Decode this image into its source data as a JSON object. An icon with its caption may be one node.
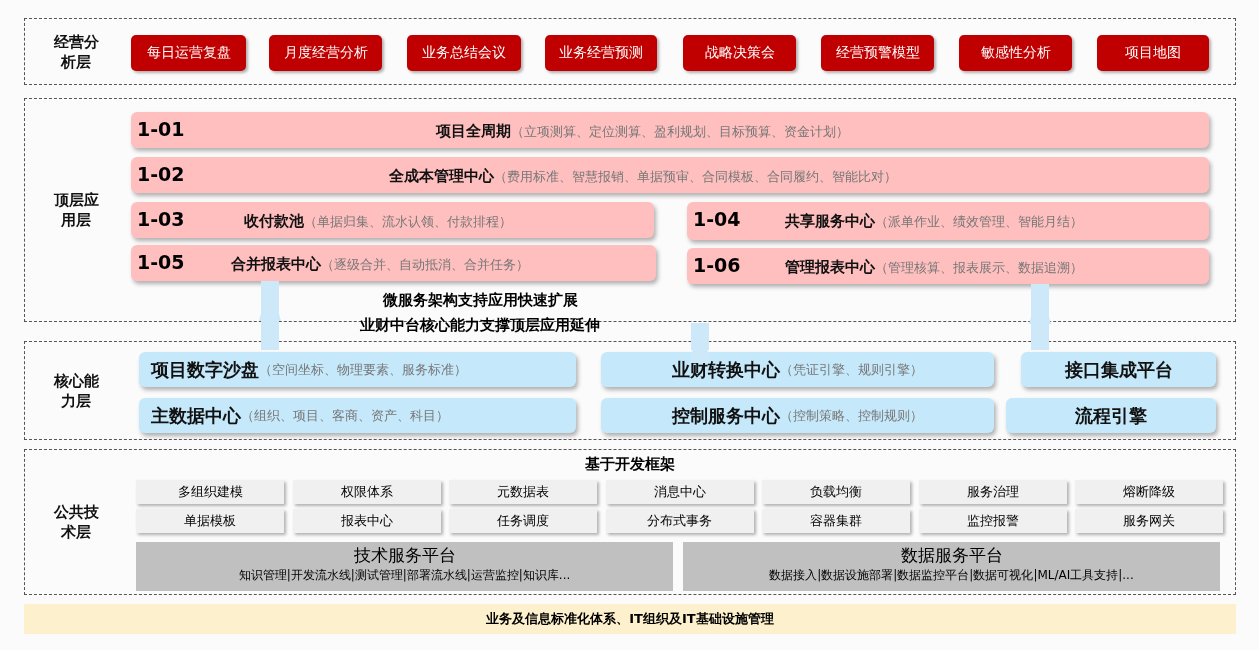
{
  "diagram": {
    "nodes": [
      {
        "text": [
          "经营分析层"
        ]
      },
      {
        "text": [
          "每日运营复盘"
        ],
        "in": 0
      },
      {
        "text": [
          "月度经营分析"
        ],
        "in": 0
      },
      {
        "text": [
          "业务总结会议"
        ],
        "in": 0
      },
      {
        "text": [
          "业务经营预测"
        ],
        "in": 0
      },
      {
        "text": [
          "战略决策会"
        ],
        "in": 0
      },
      {
        "text": [
          "经营预警模型"
        ],
        "in": 0
      },
      {
        "text": [
          "敏感性分析"
        ],
        "in": 0
      },
      {
        "text": [
          "项目地图"
        ],
        "in": 0
      },
      {
        "text": [
          "顶层应用层"
        ]
      },
      {
        "text": [
          "1-01",
          "项目全周期",
          "（立项测算、定位测算、盈利规划、目标预算、资金计划）"
        ],
        "in": 9
      },
      {
        "text": [
          "1-02",
          "全成本管理中心",
          "（费用标准、智慧报销、单据预审、合同模板、合同履约、智能比对）"
        ],
        "in": 9
      },
      {
        "text": [
          "1-03",
          "收付款池",
          "（单据归集、流水认领、付款排程）"
        ],
        "in": 9
      },
      {
        "text": [
          "1-04",
          "共享服务中心",
          "（派单作业、绩效管理、智能月结）"
        ],
        "in": 9
      },
      {
        "text": [
          "1-05",
          "合并报表中心",
          "（逐级合并、自动抵消、合并任务）"
        ],
        "in": 9
      },
      {
        "text": [
          "1-06",
          "管理报表中心",
          "（管理核算、报表展示、数据追溯）"
        ],
        "in": 9
      },
      {
        "text": [
          "核心能力层"
        ]
      },
      {
        "text": [
          "项目数字沙盘",
          "（空间坐标、物理要素、服务标准）"
        ],
        "in": 16
      },
      {
        "text": [
          "业财转换中心",
          "（凭证引擎、规则引擎）"
        ],
        "in": 16
      },
      {
        "text": [
          "接口集成平台"
        ],
        "in": 16
      },
      {
        "text": [
          "主数据中心",
          "（组织、项目、客商、资产、科目）"
        ],
        "in": 16
      },
      {
        "text": [
          "控制服务中心",
          "（控制策略、控制规则）"
        ],
        "in": 16
      },
      {
        "text": [
          "流程引擎"
        ],
        "in": 16
      },
      {
        "text": [
          "公共技术层",
          "基于开发框架"
        ]
      },
      {
        "text": [
          "多组织建模"
        ],
        "in": 23
      },
      {
        "text": [
          "权限体系"
        ],
        "in": 23
      },
      {
        "text": [
          "元数据表"
        ],
        "in": 23
      },
      {
        "text": [
          "消息中心"
        ],
        "in": 23
      },
      {
        "text": [
          "负载均衡"
        ],
        "in": 23
      },
      {
        "text": [
          "服务治理"
        ],
        "in": 23
      },
      {
        "text": [
          "熔断降级"
        ],
        "in": 23
      },
      {
        "text": [
          "单据模板"
        ],
        "in": 23
      },
      {
        "text": [
          "报表中心"
        ],
        "in": 23
      },
      {
        "text": [
          "任务调度"
        ],
        "in": 23
      },
      {
        "text": [
          "分布式事务"
        ],
        "in": 23
      },
      {
        "text": [
          "容器集群"
        ],
        "in": 23
      },
      {
        "text": [
          "监控报警"
        ],
        "in": 23
      },
      {
        "text": [
          "服务网关"
        ],
        "in": 23
      },
      {
        "text": [
          "技术服务平台",
          "知识管理|开发流水线|测试管理|部署流水线|运营监控|知识库..."
        ],
        "in": 23
      },
      {
        "text": [
          "数据服务平台",
          "数据接入|数据设施部署|数据监控平台|数据可视化|ML/AI工具支持|..."
        ],
        "in": 23
      },
      {
        "text": [
          "业务及信息标准化体系、IT组织及IT基础设施管理"
        ]
      }
    ],
    "edges": [
      {
        "from": 17,
        "to": 14,
        "arrow": "to"
      },
      {
        "from": 18,
        "to": 9,
        "arrow": "to"
      },
      {
        "from": 19,
        "to": 15,
        "arrow": "to"
      }
    ],
    "labels": [
      "微服务架构支持应用快速扩展",
      "业财中台核心能力支撑顶层应用延伸"
    ]
  }
}
